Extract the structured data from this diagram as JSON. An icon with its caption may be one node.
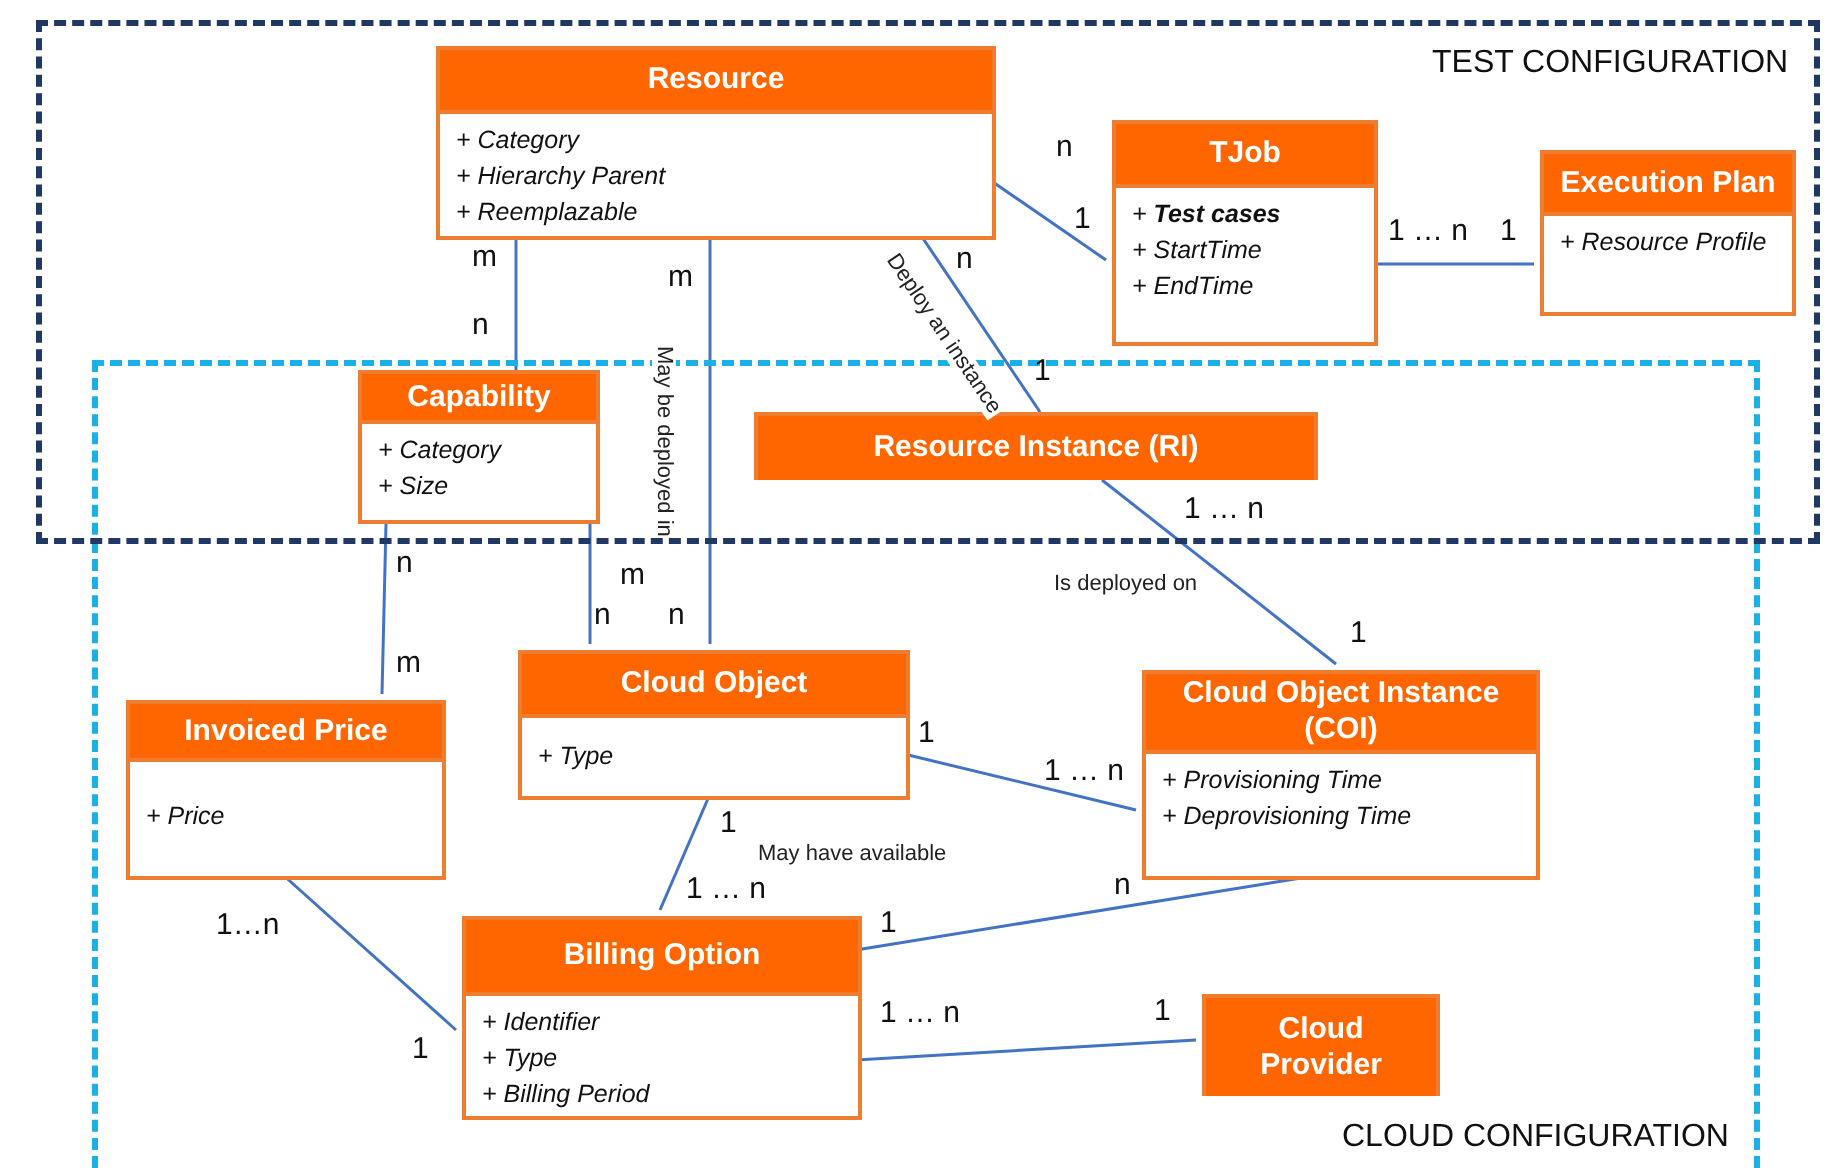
{
  "diagram": {
    "nodes": [
      {
        "text": [
          "TEST CONFIGURATION"
        ]
      },
      {
        "text": [
          "CLOUD CONFIGURATION"
        ]
      },
      {
        "text": [
          "Resource",
          "+ Category",
          "+ Hierarchy Parent",
          "+ Reemplazable"
        ],
        "in": 0
      },
      {
        "text": [
          "TJob",
          "+ **Test cases**",
          "+ StartTime",
          "+ EndTime"
        ],
        "in": 0
      },
      {
        "text": [
          "Execution Plan",
          "+ Resource Profile"
        ],
        "in": 0
      },
      {
        "text": [
          "Capability",
          "+ Category",
          "+ Size"
        ]
      },
      {
        "text": [
          "Resource Instance (RI)"
        ]
      },
      {
        "text": [
          "Invoiced Price",
          "+ Price"
        ],
        "in": 1
      },
      {
        "text": [
          "Cloud Object",
          "+ Type"
        ],
        "in": 1
      },
      {
        "text": [
          "Cloud Object Instance (COI)",
          "+ Provisioning Time",
          "+ Deprovisioning Time"
        ],
        "in": 1
      },
      {
        "text": [
          "Billing Option",
          "+ Identifier",
          "+ Type",
          "+ Billing Period"
        ],
        "in": 1
      },
      {
        "text": [
          "Cloud Provider"
        ],
        "in": 1
      }
    ],
    "edges": [
      {
        "from": 2,
        "to": 3,
        "arrow": "none"
      },
      {
        "from": 3,
        "to": 4,
        "arrow": "none"
      },
      {
        "from": 2,
        "to": 5,
        "arrow": "none"
      },
      {
        "from": 2,
        "to": 8,
        "arrow": "none",
        "label": "May be deployed in"
      },
      {
        "from": 2,
        "to": 6,
        "arrow": "none",
        "label": "Deploy an instance"
      },
      {
        "from": 5,
        "to": 7,
        "arrow": "none"
      },
      {
        "from": 5,
        "to": 8,
        "arrow": "none"
      },
      {
        "from": 6,
        "to": 9,
        "arrow": "none",
        "label": "Is deployed on"
      },
      {
        "from": 8,
        "to": 9,
        "arrow": "none"
      },
      {
        "from": 8,
        "to": 10,
        "arrow": "none",
        "label": "May have available"
      },
      {
        "from": 9,
        "to": 10,
        "arrow": "none"
      },
      {
        "from": 7,
        "to": 10,
        "arrow": "none"
      },
      {
        "from": 10,
        "to": 11,
        "arrow": "none"
      }
    ],
    "labels": [
      "n",
      "1",
      "1 … n",
      "1",
      "m",
      "m",
      "n",
      "n",
      "1",
      "1 … n",
      "m",
      "n",
      "n",
      "n",
      "m",
      "1",
      "1",
      "1 … n",
      "1",
      "1 … n",
      "n",
      "1…n",
      "1",
      "1 … n",
      "1",
      "1"
    ]
  }
}
